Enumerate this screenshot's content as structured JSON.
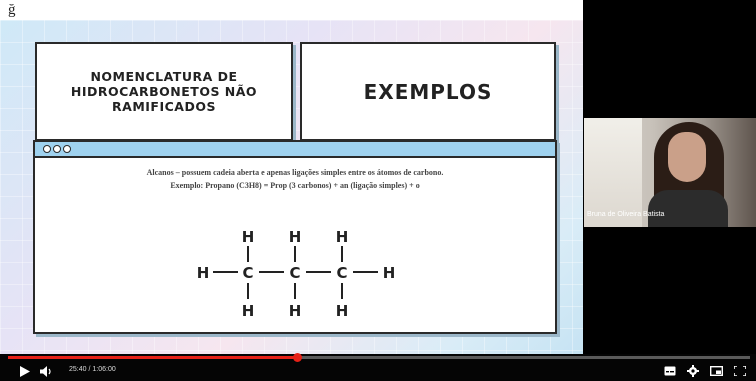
{
  "top_caption": "ğ",
  "slide": {
    "title_card": "NOMENCLATURA DE HIDROCARBONETOS NÃO RAMIFICADOS",
    "examples_card": "EXEMPLOS",
    "window_line1": "Alcanos – possuem cadeia aberta e apenas ligações simples entre os átomos de carbono.",
    "window_line2": "Exemplo: Propano (C3H8) = Prop (3 carbonos) + an (ligação simples) + o"
  },
  "structure": {
    "atoms_top": [
      "H",
      "H",
      "H"
    ],
    "left_h": "H",
    "carbons": [
      "C",
      "C",
      "C"
    ],
    "right_h": "H",
    "atoms_bottom": [
      "H",
      "H",
      "H"
    ]
  },
  "webcam": {
    "name": "Bruna de Oliveira Batista"
  },
  "player": {
    "current_time": "25:40",
    "separator": " / ",
    "total_time": "1:06:00",
    "progress": 0.39,
    "colors": {
      "progress": "#e62117"
    }
  }
}
